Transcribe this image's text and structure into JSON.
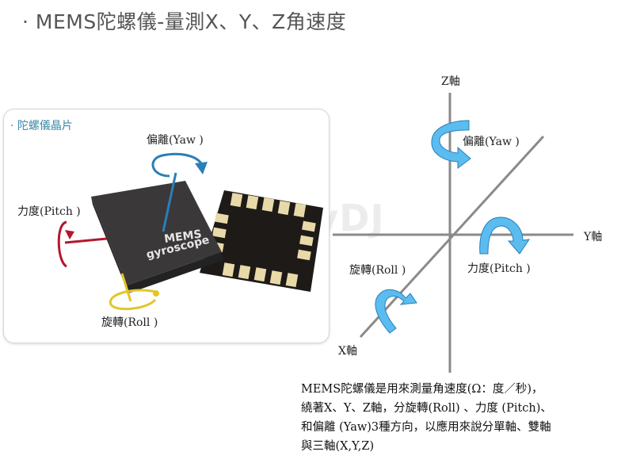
{
  "title": "· MEMS陀螺儀-量測X、Y、Z角速度",
  "panel": {
    "title": "· 陀螺儀晶片",
    "chip_label_line1": "MEMS",
    "chip_label_line2": "gyroscope",
    "labels": {
      "yaw": "偏離(Yaw )",
      "pitch": "力度(Pitch )",
      "roll": "旋轉(Roll )"
    }
  },
  "axes": {
    "z_label": "Z軸",
    "y_label": "Y軸",
    "x_label": "X軸",
    "yaw": "偏離(Yaw )",
    "pitch": "力度(Pitch )",
    "roll": "旋轉(Roll )"
  },
  "watermark": "MoneyDJ",
  "description": [
    "MEMS陀螺儀是用來測量角速度(Ω：度／秒)，",
    "繞著X、Y、Z軸，分旋轉(Roll) 、力度 (Pitch)、",
    "和偏離 (Yaw)3種方向，以應用來說分單軸、雙軸",
    "與三軸(X,Y,Z)"
  ],
  "colors": {
    "yaw_arrow": "#2a7fb8",
    "pitch_arrow": "#b3182e",
    "roll_arrow": "#e3c62a",
    "axis_arrow": "#5bbcef",
    "axis_line": "#8a8a8a",
    "chip": "#3a3a3a",
    "pad": "#e8d9a8"
  }
}
